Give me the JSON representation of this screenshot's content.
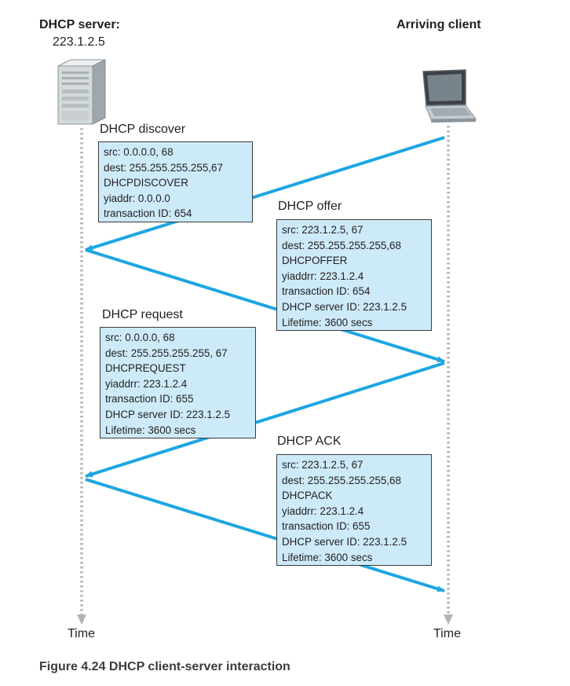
{
  "server": {
    "title": "DHCP server:",
    "ip": "223.1.2.5"
  },
  "client": {
    "title": "Arriving client"
  },
  "messages": [
    {
      "title": "DHCP discover",
      "lines": [
        "src: 0.0.0.0, 68",
        "dest: 255.255.255.255,67",
        "DHCPDISCOVER",
        "yiaddr: 0.0.0.0",
        "transaction ID: 654"
      ]
    },
    {
      "title": "DHCP offer",
      "lines": [
        "src: 223.1.2.5, 67",
        "dest: 255.255.255.255,68",
        "DHCPOFFER",
        "yiaddrr: 223.1.2.4",
        "transaction ID: 654",
        "DHCP server ID: 223.1.2.5",
        "Lifetime: 3600 secs"
      ]
    },
    {
      "title": "DHCP request",
      "lines": [
        "src: 0.0.0.0, 68",
        "dest: 255.255.255.255, 67",
        "DHCPREQUEST",
        "yiaddrr: 223.1.2.4",
        "transaction ID: 655",
        "DHCP server ID: 223.1.2.5",
        "Lifetime: 3600 secs"
      ]
    },
    {
      "title": "DHCP ACK",
      "lines": [
        "src: 223.1.2.5, 67",
        "dest: 255.255.255.255,68",
        "DHCPACK",
        "yiaddrr: 223.1.2.4",
        "transaction ID: 655",
        "DHCP server ID: 223.1.2.5",
        "Lifetime: 3600 secs"
      ]
    }
  ],
  "time_labels": {
    "left": "Time",
    "right": "Time"
  },
  "caption": "Figure 4.24 DHCP client-server interaction",
  "colors": {
    "arrow": "#1ea6e0",
    "box_fill": "#cdeaf8",
    "timeline": "#b3b3b3"
  }
}
